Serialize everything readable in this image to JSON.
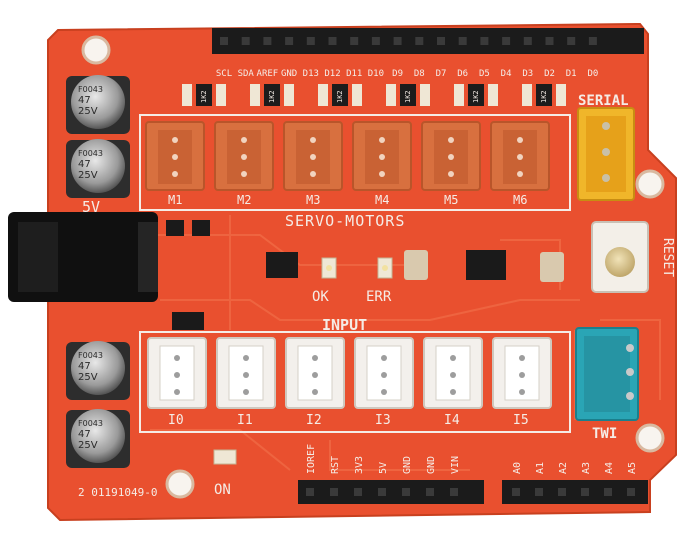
{
  "board": {
    "pcb_color": "#e9502f",
    "silk_color": "#f5ece6",
    "header_color": "#1b1b1b",
    "top_pin_labels": [
      "SCL",
      "SDA",
      "AREF",
      "GND",
      "D13",
      "D12",
      "D11",
      "D10",
      "D9",
      "D8",
      "D7",
      "D6",
      "D5",
      "D4",
      "D3",
      "D2",
      "D1",
      "D0"
    ],
    "bottom_power_labels": [
      "IOREF",
      "RST",
      "3V3",
      "5V",
      "GND",
      "GND",
      "VIN"
    ],
    "bottom_analog_labels": [
      "A0",
      "A1",
      "A2",
      "A3",
      "A4",
      "A5"
    ],
    "resistor_labels": [
      "1K2",
      "1K2",
      "1K2",
      "1K2",
      "1K2",
      "1K2"
    ],
    "servo_title": "SERVO-MOTORS",
    "servo_connectors": [
      "M1",
      "M2",
      "M3",
      "M4",
      "M5",
      "M6"
    ],
    "input_title": "INPUT",
    "input_connectors": [
      "I0",
      "I1",
      "I2",
      "I3",
      "I4",
      "I5"
    ],
    "serial_label": "SERIAL",
    "twi_label": "TWI",
    "reset_label": "RESET",
    "led_ok_label": "OK",
    "led_err_label": "ERR",
    "led_on_label": "ON",
    "voltage_mark": "5V",
    "capacitor_text": [
      "F0043",
      "47",
      "25V"
    ],
    "serial_number": "2 01191049-0",
    "colors": {
      "servo_connector": "#d8703f",
      "input_connector": "#f3f0ec",
      "serial_connector": "#f0b62a",
      "twi_connector": "#2aa5b5",
      "capacitor": "#2d2d2d",
      "dc_jack": "#101010"
    }
  }
}
